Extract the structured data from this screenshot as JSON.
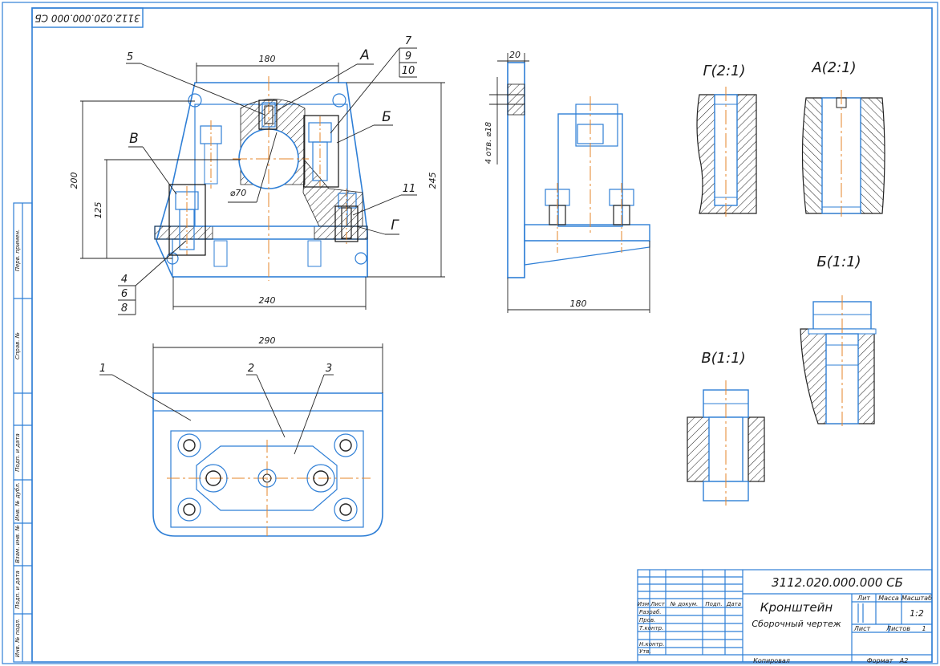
{
  "stamp_top": "3112.020.000.000 СБ",
  "designation": "3112.020.000.000 СБ",
  "title_name": "Кронштейн",
  "title_type": "Сборочный чертеж",
  "litera_label": "Лит",
  "mass_label": "Масса",
  "scale_label": "Масштаб",
  "scale_value": "1:2",
  "sheet_label": "Лист",
  "sheets_label": "Листов",
  "sheets_value": "1",
  "copied_label": "Копировал",
  "format_label": "Формат",
  "format_value": "А2",
  "table_headers": [
    "Изм",
    "Лист",
    "№ докум.",
    "Подп.",
    "Дата"
  ],
  "table_rows": [
    "Разраб.",
    "Пров.",
    "Т.контр.",
    "",
    "Н.контр.",
    "Утв."
  ],
  "side_strip": [
    "Перв. примен.",
    "Справ. №",
    "Подп. и дата",
    "Инв. № дубл.",
    "Взам. инв. №",
    "Подп. и дата",
    "Инв. № подл."
  ],
  "views": {
    "G": "Г(2:1)",
    "A": "А(2:1)",
    "B": "Б(1:1)",
    "V": "В(1:1)"
  },
  "dims": {
    "d180_top": "180",
    "d200": "200",
    "d125": "125",
    "d245": "245",
    "d240": "240",
    "d70": "⌀70",
    "d20": "20",
    "holes": "4 отв. ⌀18",
    "d180_side": "180",
    "d290": "290"
  },
  "leaders": {
    "n5": "5",
    "nA": "А",
    "n7": "7",
    "n9": "9",
    "n10": "10",
    "nB": "Б",
    "nV": "В",
    "n11": "11",
    "nG": "Г",
    "n4": "4",
    "n6": "6",
    "n8": "8",
    "n1": "1",
    "n2": "2",
    "n3": "3"
  }
}
